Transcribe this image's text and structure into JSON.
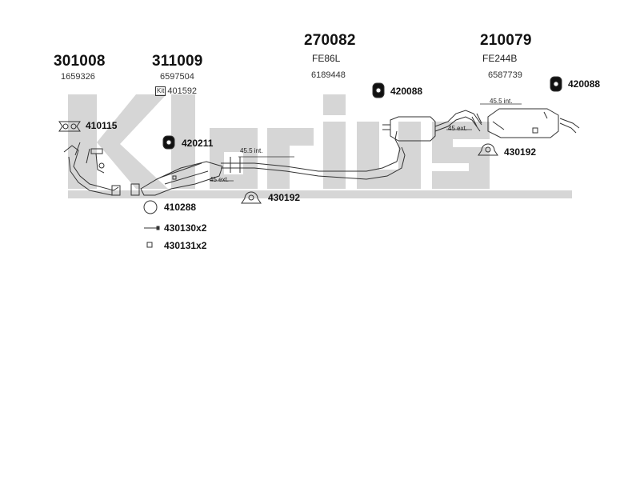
{
  "watermark": "Klarius",
  "header_parts": [
    {
      "number": "301008",
      "code": "1659326"
    },
    {
      "number": "311009",
      "code": "6597504",
      "kit_label": "Kit",
      "kit_code": "401592"
    },
    {
      "number": "270082",
      "model": "FE86L",
      "code": "6189448"
    },
    {
      "number": "210079",
      "model": "FE244B",
      "code": "6587739"
    }
  ],
  "accessories": [
    {
      "label": "410115",
      "icon": "gasket-icon"
    },
    {
      "label": "420211",
      "icon": "rubber-mount-icon"
    },
    {
      "label": "410288",
      "icon": "ring-gasket-icon"
    },
    {
      "label": "430130x2",
      "icon": "bolt-icon"
    },
    {
      "label": "430131x2",
      "icon": "nut-icon"
    },
    {
      "label": "430192",
      "icon": "clamp-icon"
    },
    {
      "label": "420088",
      "icon": "rubber-mount-icon"
    },
    {
      "label": "430192",
      "icon": "clamp-icon"
    },
    {
      "label": "420088",
      "icon": "rubber-mount-icon"
    }
  ],
  "dimensions": [
    "45.5 int.",
    "45 ext.",
    "45 ext.",
    "45.5 int."
  ],
  "colors": {
    "watermark": "#d7d7d7",
    "line": "#333333"
  }
}
